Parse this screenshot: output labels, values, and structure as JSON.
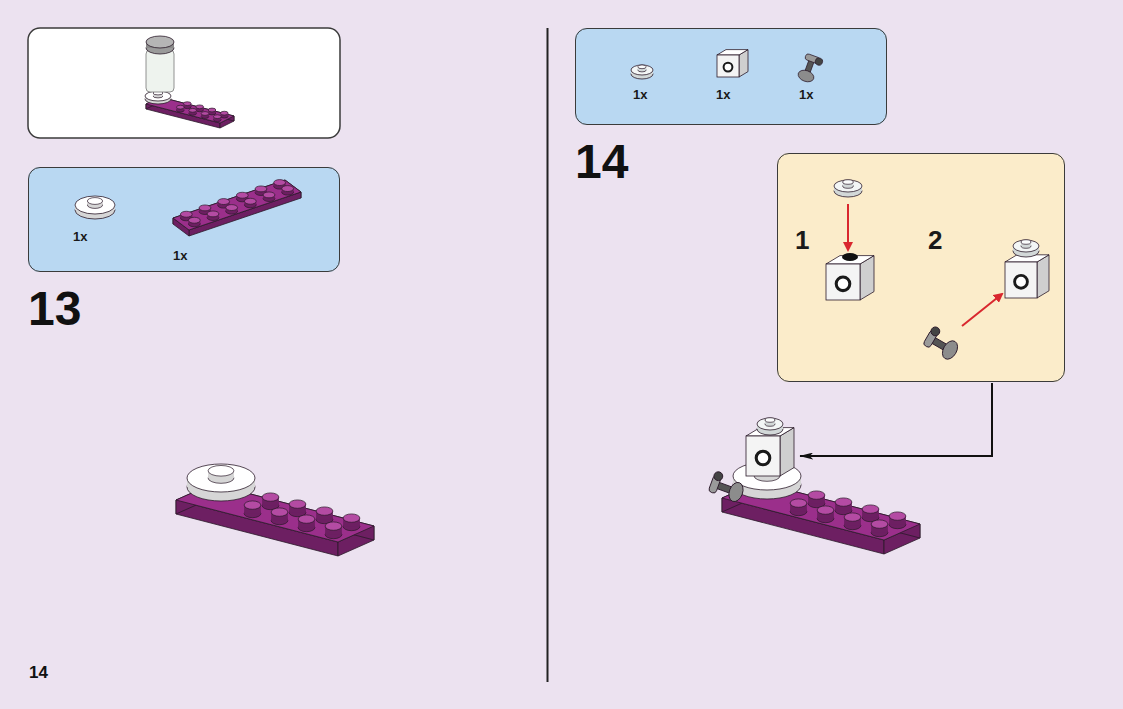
{
  "diagram": {
    "nodes": [
      {
        "text": [
          "1x",
          "1x"
        ]
      },
      {
        "text": [
          "1x",
          "1x",
          "1x"
        ]
      },
      {
        "text": [
          "1",
          "2"
        ]
      }
    ],
    "labels": [
      "13",
      "14",
      "14"
    ]
  }
}
